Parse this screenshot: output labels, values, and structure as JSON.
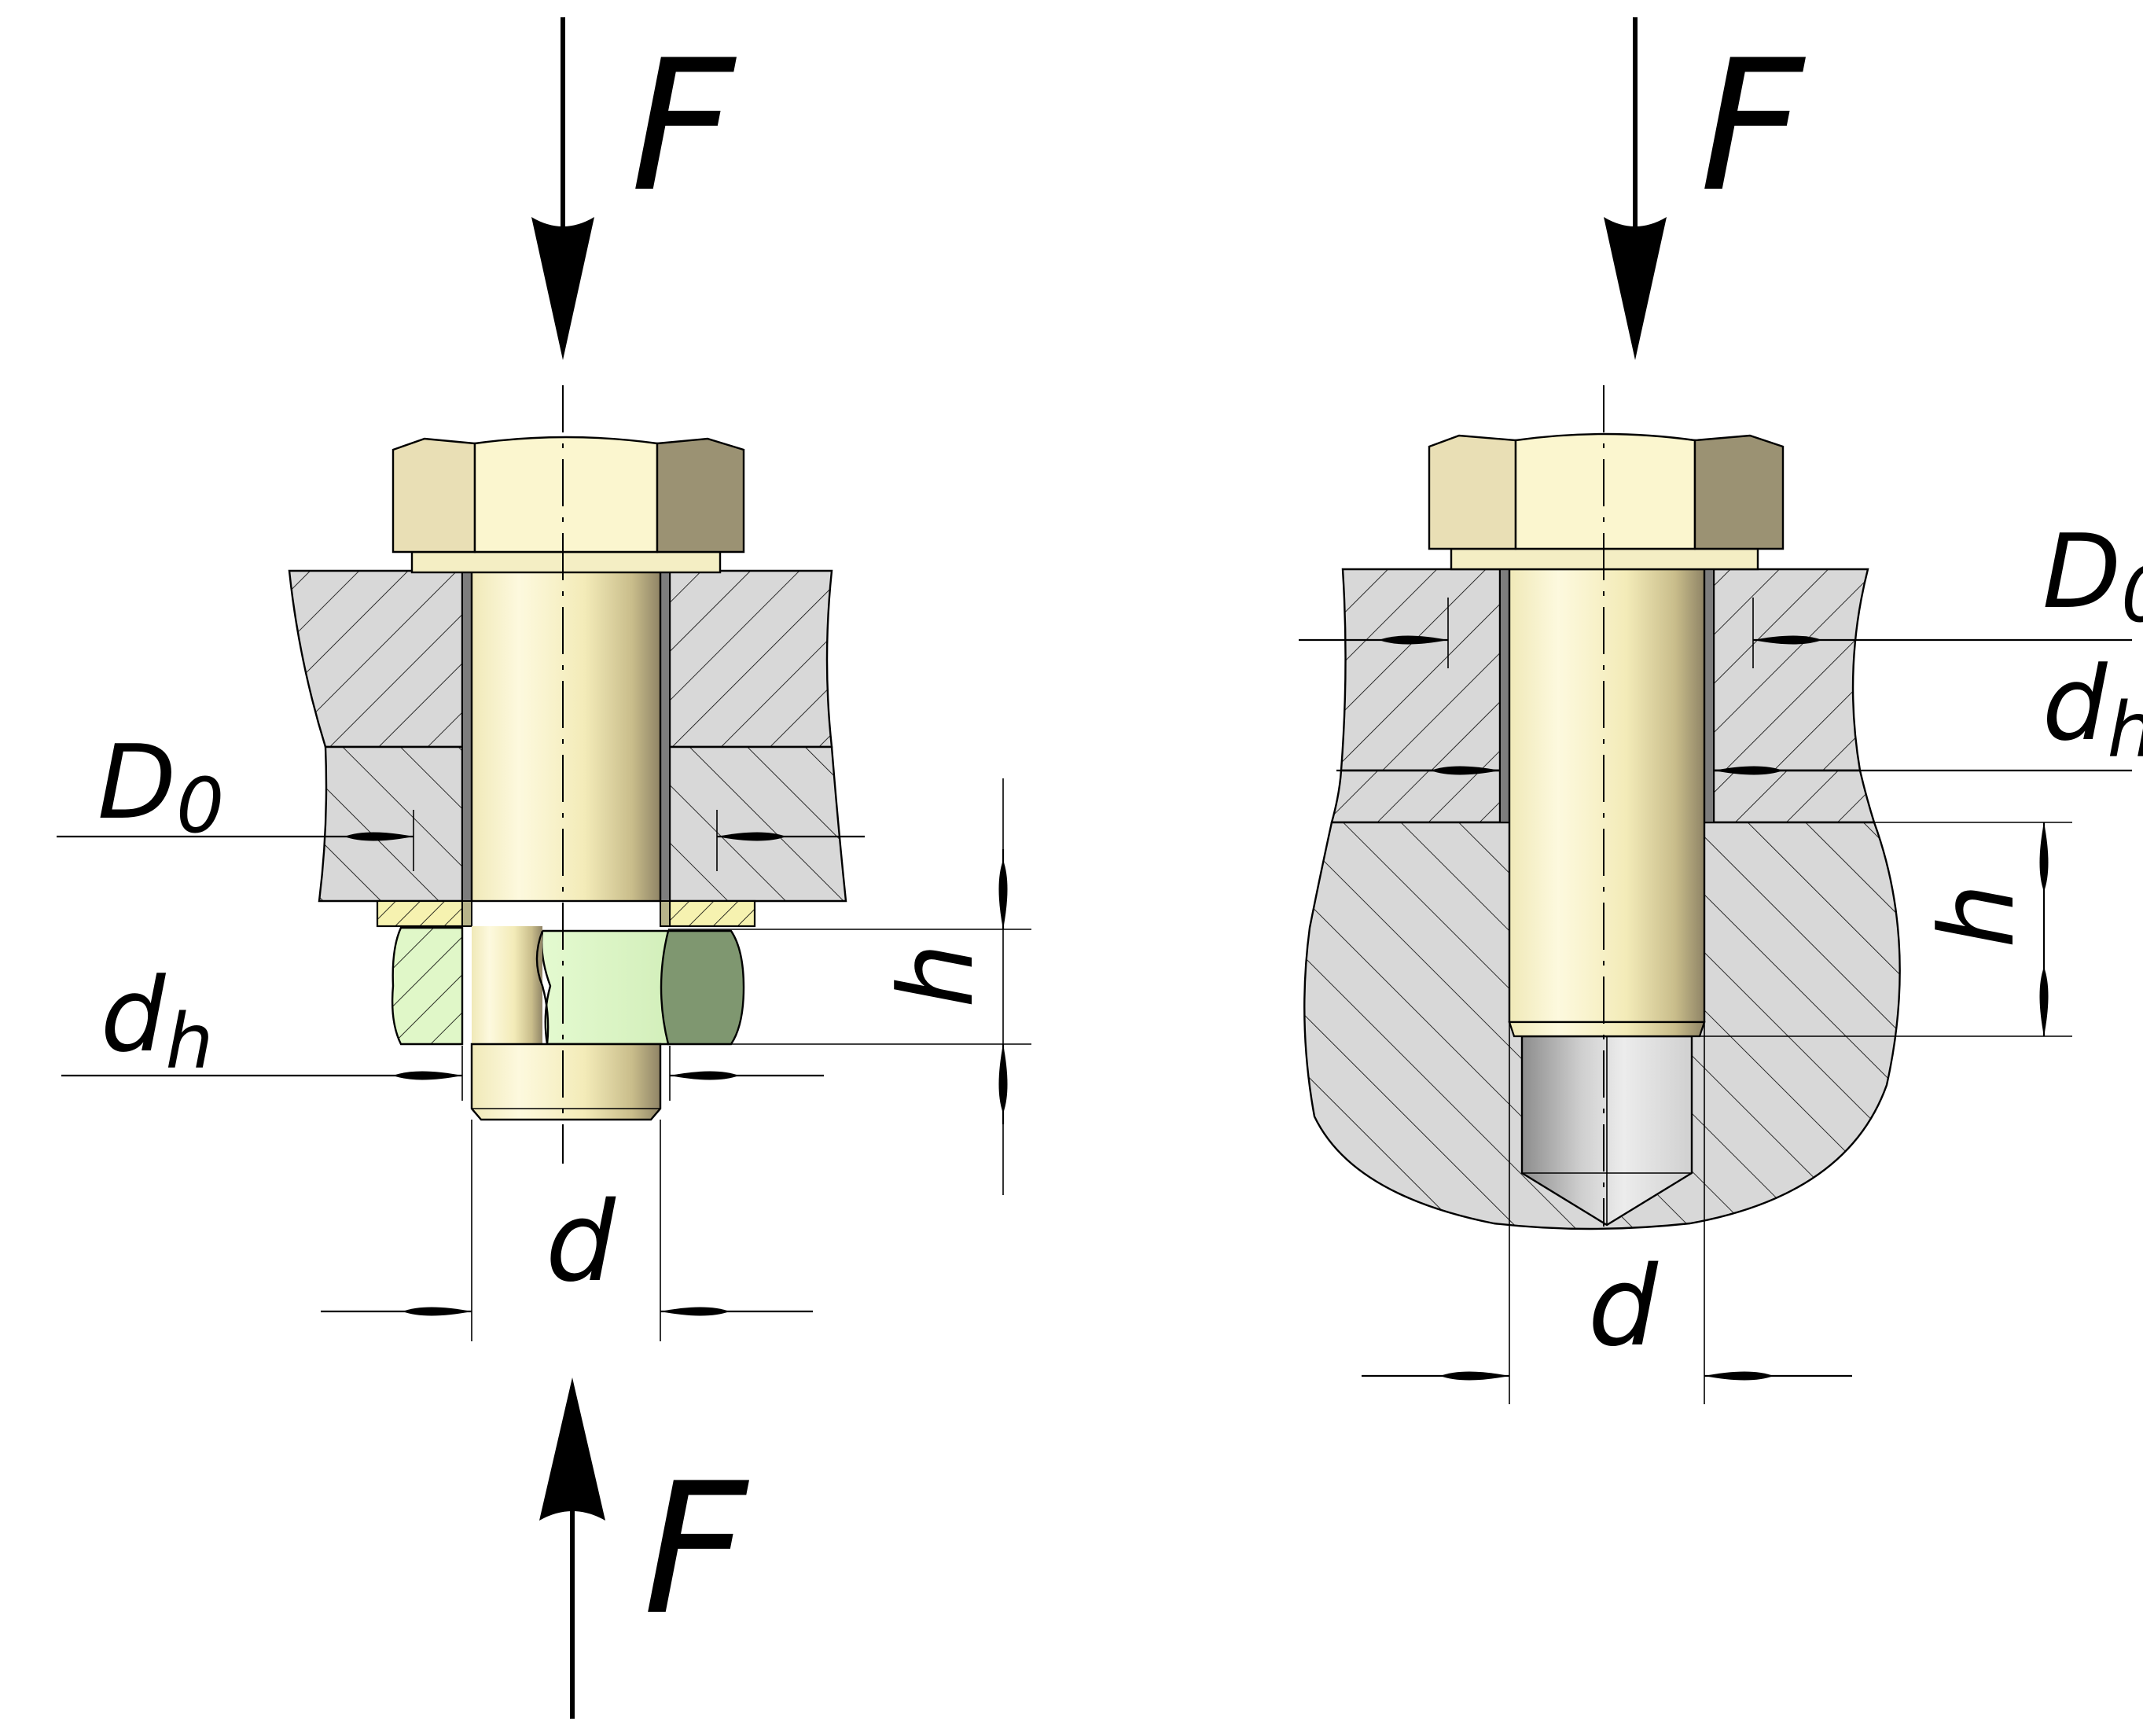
{
  "labels": {
    "force": "F",
    "bore_diameter": "D",
    "bore_diameter_sub": "0",
    "hole_diameter": "d",
    "hole_diameter_sub": "h",
    "height": "h",
    "bolt_diameter": "d"
  },
  "colors": {
    "bolt_light": "#fbf7d4",
    "bolt_mid": "#f3edb9",
    "bolt_shadow": "#b7ab83",
    "head_left": "#e9dfb5",
    "head_face": "#fbf6cf",
    "head_right": "#9b9273",
    "plate_gray": "#d7d7d7",
    "washer": "#f6f2b0",
    "nut_light": "#e0f7c8",
    "nut_dark": "#7f9770",
    "drill_light": "#e4e4e4",
    "drill_dark": "#9a9a9a"
  }
}
